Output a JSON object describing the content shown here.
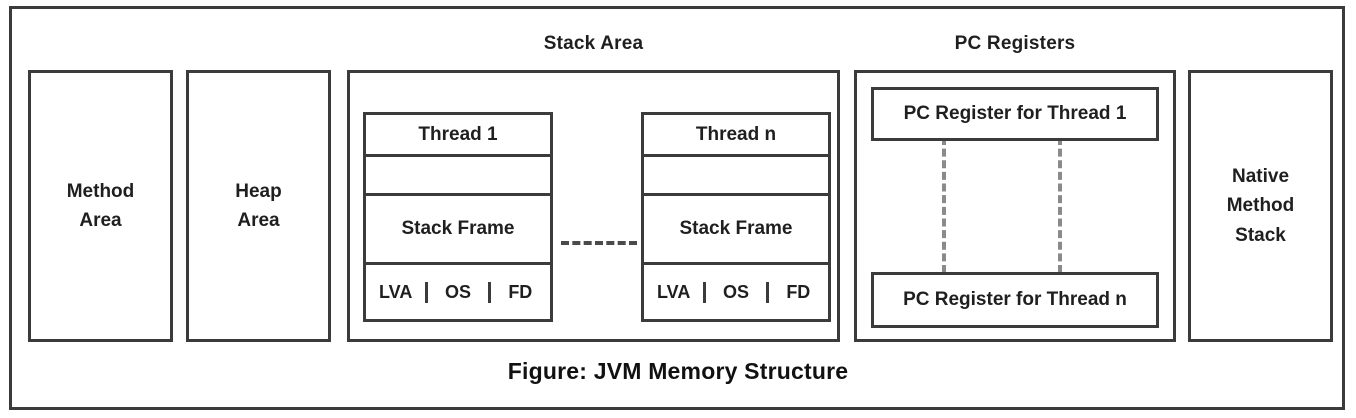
{
  "figure": {
    "caption": "Figure: JVM Memory Structure"
  },
  "regions": {
    "method_area": {
      "name": "Method Area",
      "line1": "Method",
      "line2": "Area"
    },
    "heap_area": {
      "name": "Heap Area",
      "line1": "Heap",
      "line2": "Area"
    },
    "native_method_stack": {
      "name": "Native Method Stack",
      "line1": "Native",
      "line2": "Method",
      "line3": "Stack"
    }
  },
  "stack_area": {
    "caption": "Stack Area",
    "connector": "dashed-horizontal-ellipsis",
    "threads": [
      {
        "title": "Thread 1",
        "blank_row": "",
        "stack_frame_label": "Stack Frame",
        "frame_parts": [
          "LVA",
          "OS",
          "FD"
        ]
      },
      {
        "title": "Thread n",
        "blank_row": "",
        "stack_frame_label": "Stack Frame",
        "frame_parts": [
          "LVA",
          "OS",
          "FD"
        ]
      }
    ]
  },
  "pc_registers": {
    "caption": "PC Registers",
    "registers": [
      {
        "label": "PC Register for Thread 1"
      },
      {
        "label": "PC Register for Thread n"
      }
    ],
    "connector": "dashed-vertical-ellipsis"
  },
  "colors": {
    "border": "#3b3b3b",
    "text": "#1f1f1f",
    "background": "#ffffff",
    "dashed_vertical": "#8a8a8a",
    "dashed_horizontal": "#4a4a4a"
  }
}
